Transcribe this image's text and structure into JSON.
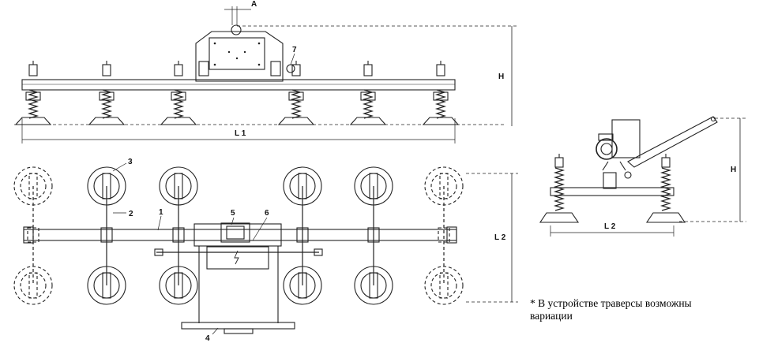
{
  "dimensions": {
    "a": "A",
    "h_front": "H",
    "l1": "L 1",
    "l2_top": "L 2",
    "h_side": "H",
    "l2_side": "L 2"
  },
  "callouts": [
    "1",
    "2",
    "3",
    "4",
    "5",
    "6",
    "7"
  ],
  "note": "* В устройстве траверсы возможны вариации",
  "colors": {
    "line": "#222222",
    "dim": "#444444"
  }
}
